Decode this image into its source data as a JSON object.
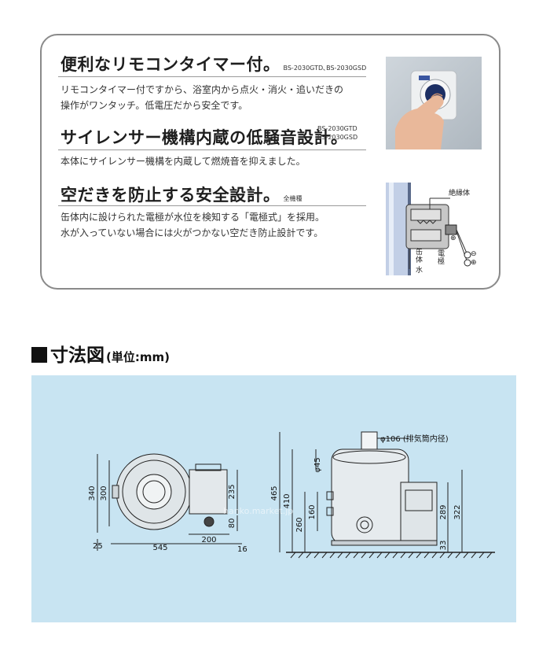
{
  "features": [
    {
      "title": "便利なリモコンタイマー付。",
      "model": "BS-2030GTD､BS-2030GSD",
      "lines": [
        "リモコンタイマー付ですから、浴室内から点火・消火・追いだきの",
        "操作がワンタッチ。低電圧だから安全です。"
      ]
    },
    {
      "title": "サイレンサー機構内蔵の低騒音設計。",
      "model_lines": [
        "BS-2030GTD",
        "BS-2030GSD"
      ],
      "lines": [
        "本体にサイレンサー機構を内蔵して燃焼音を抑えました。"
      ]
    },
    {
      "title": "空だきを防止する安全設計。",
      "model": "全機種",
      "lines": [
        "缶体内に設けられた電極が水位を検知する「電極式」を採用。",
        "水が入っていない場合には火がつかない空だき防止設計です。"
      ]
    }
  ],
  "diagram_labels": {
    "insulator": "絶縁体",
    "can": "缶体",
    "water": "水",
    "electrode": "電極",
    "plus1": "⊕",
    "minus": "⊖",
    "plus2": "⊕"
  },
  "dimension_heading": {
    "title": "寸法図",
    "unit": "(単位:mm)"
  },
  "dimensions": {
    "top_view": {
      "d340": "340",
      "d300": "300",
      "d235": "235",
      "d80": "80",
      "d25": "25",
      "d545": "545",
      "d200": "200",
      "d16": "16"
    },
    "side_view": {
      "flue": "φ106 (排気筒内径)",
      "d45": "φ45",
      "d465": "465",
      "d410": "410",
      "d260": "260",
      "d160": "160",
      "d289": "289",
      "d322": "322",
      "d33": "33"
    },
    "watermark": "hanko.market.jp"
  }
}
